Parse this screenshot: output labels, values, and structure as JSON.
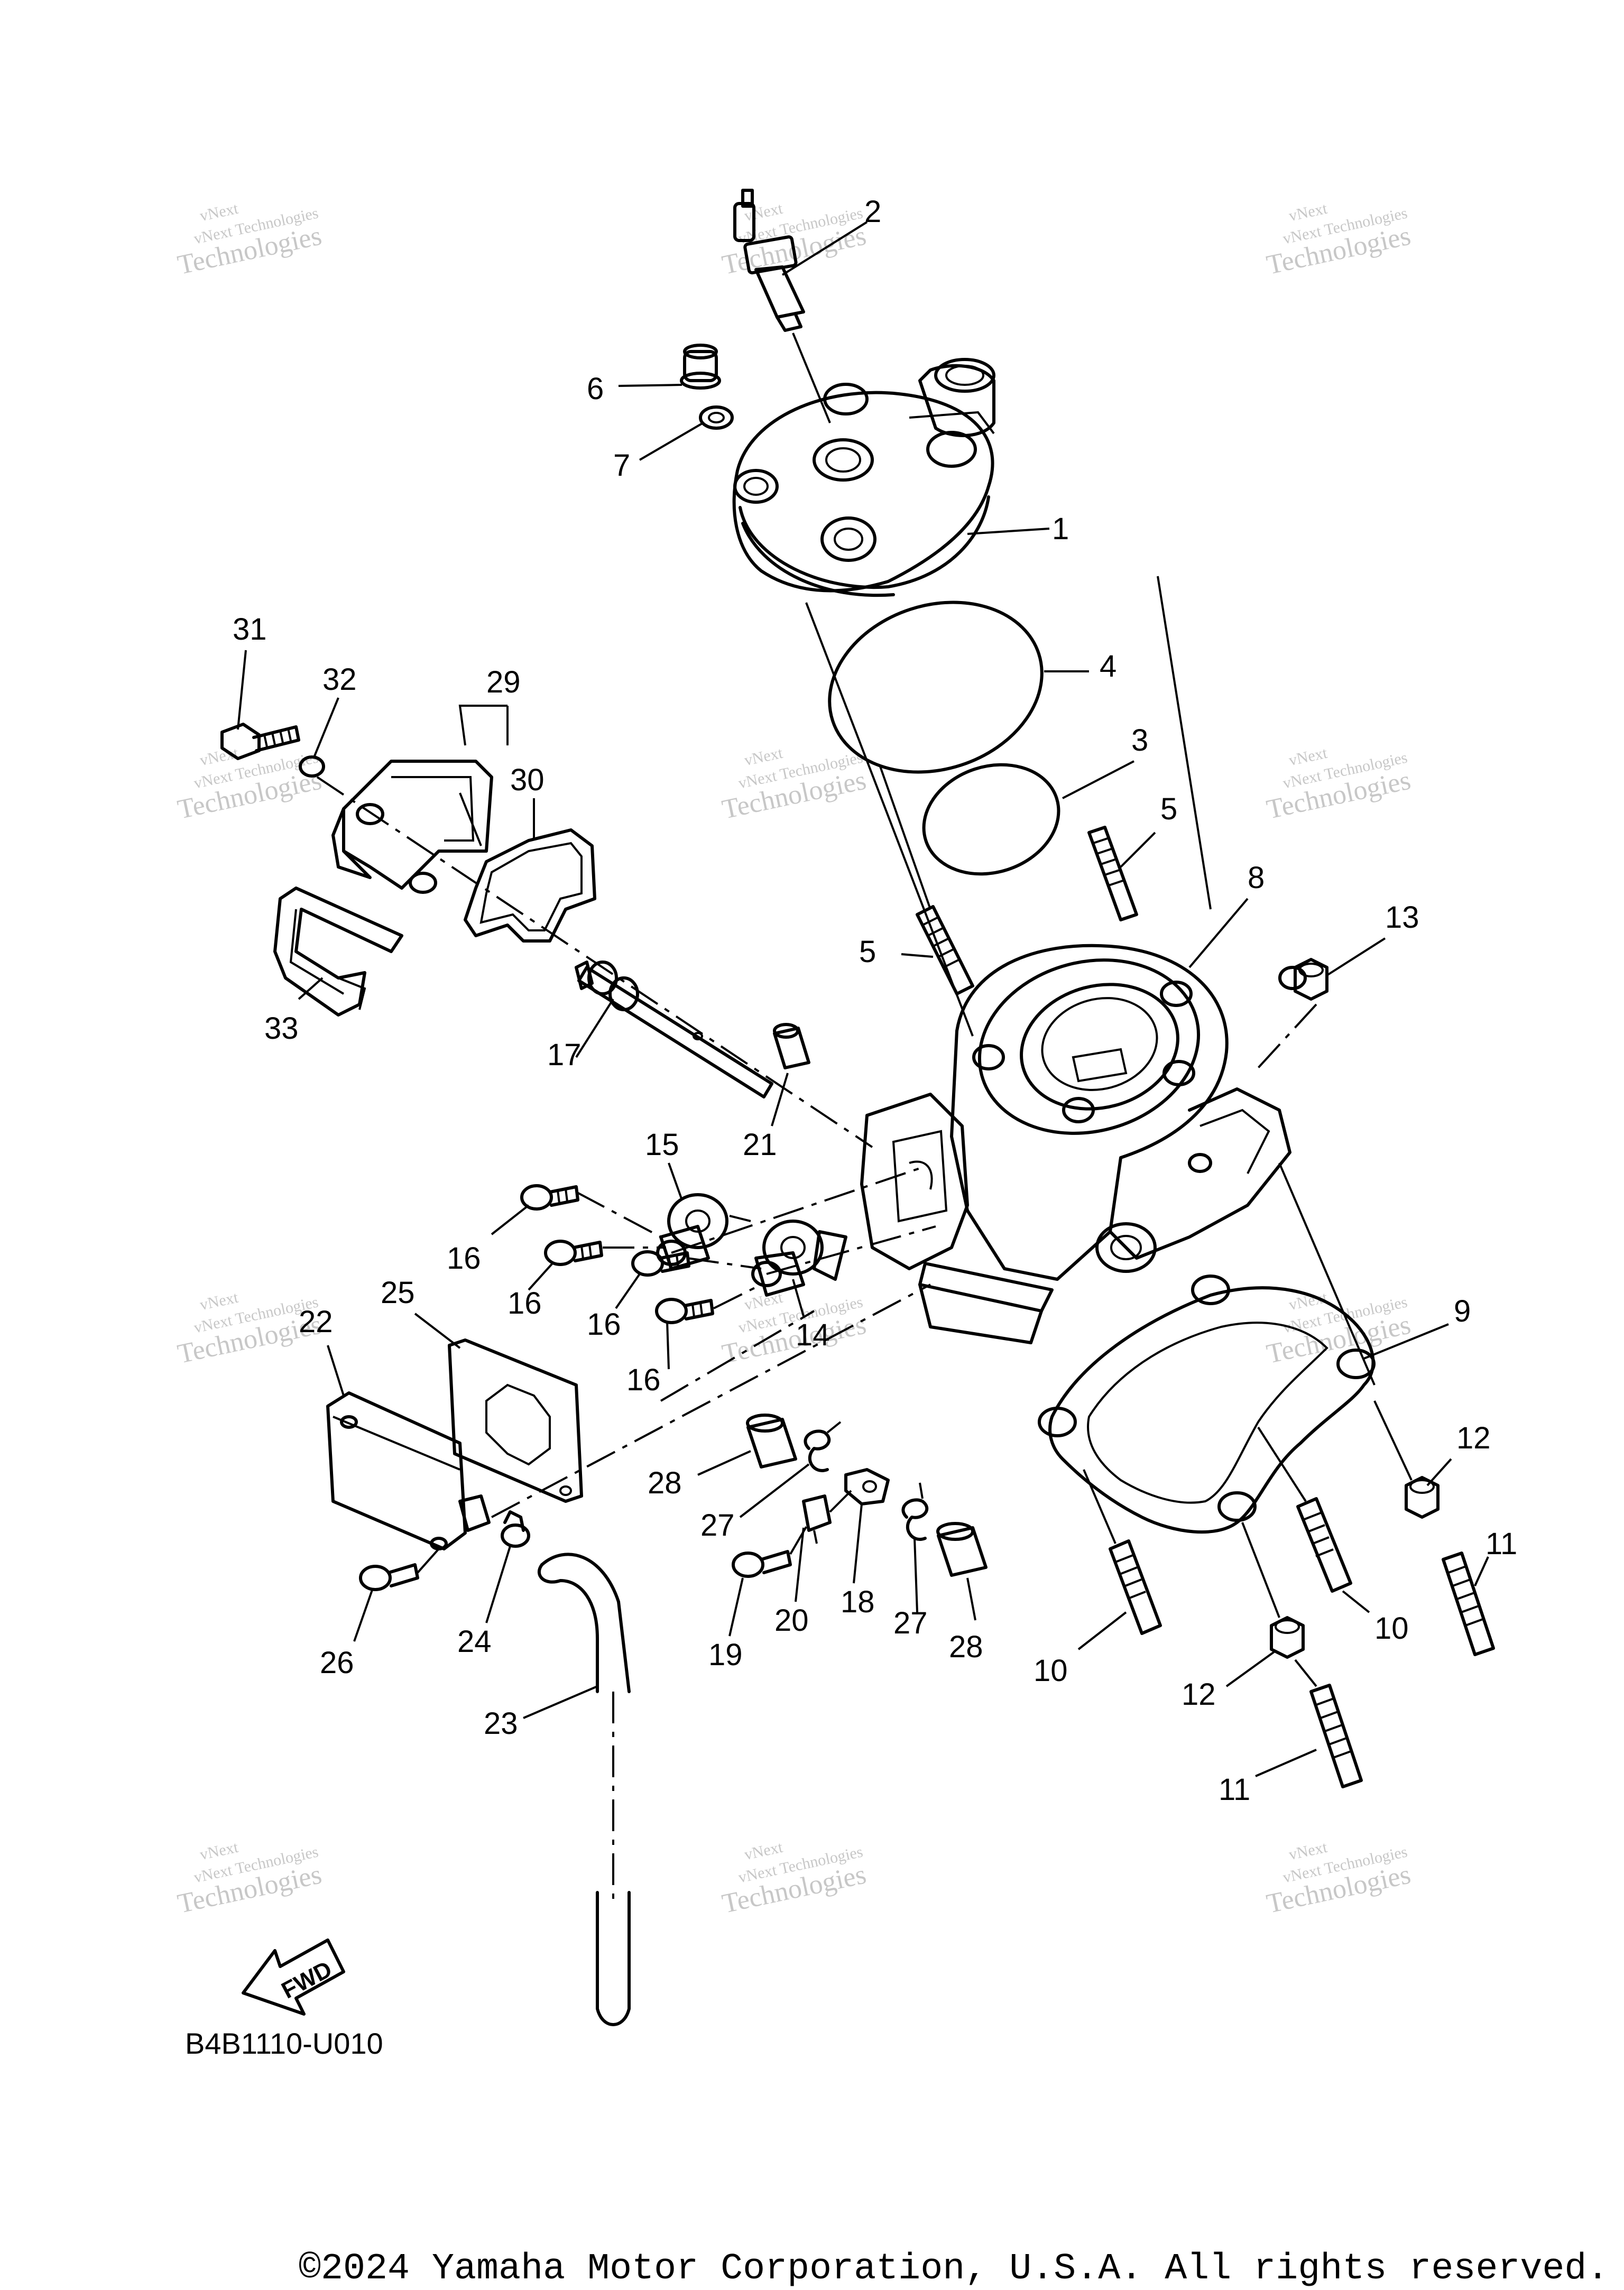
{
  "diagram": {
    "code": "B4B1110-U010",
    "copyright": "©2024 Yamaha Motor Corporation, U.S.A. All rights reserved.",
    "fwd_label": "FWD",
    "watermark": {
      "line1": "vNext",
      "line2": "vNext Technologies",
      "line3": "Technologies"
    },
    "callouts": [
      "1",
      "2",
      "3",
      "4",
      "5",
      "5",
      "6",
      "7",
      "8",
      "9",
      "10",
      "10",
      "11",
      "11",
      "12",
      "12",
      "13",
      "14",
      "15",
      "16",
      "16",
      "16",
      "16",
      "17",
      "18",
      "19",
      "20",
      "21",
      "22",
      "23",
      "24",
      "25",
      "26",
      "27",
      "27",
      "28",
      "28",
      "29",
      "30",
      "31",
      "32",
      "33"
    ]
  }
}
